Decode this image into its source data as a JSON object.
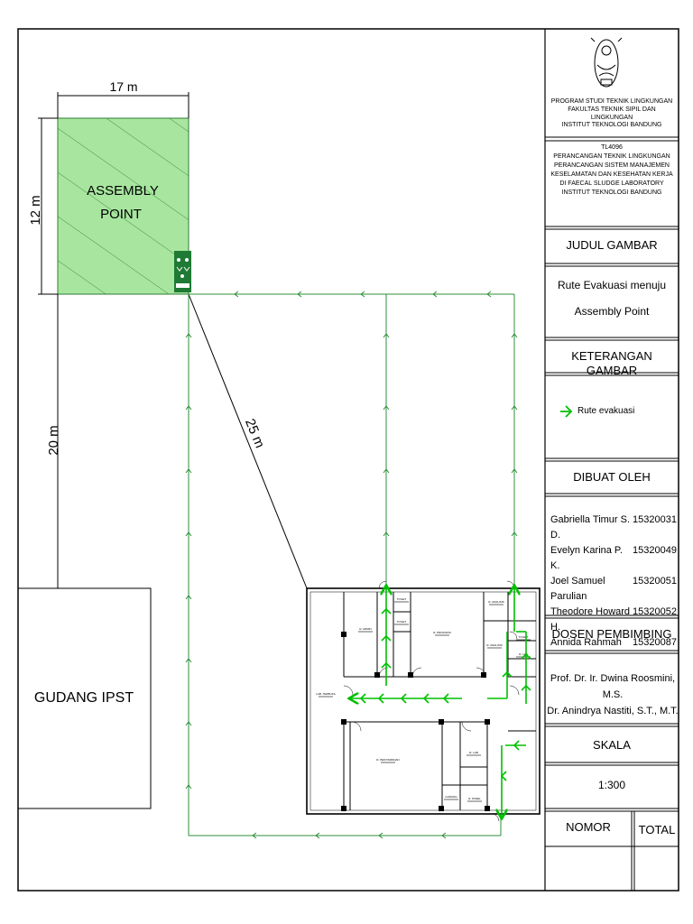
{
  "site": {
    "assembly_width_label": "17 m",
    "assembly_height_label": "12 m",
    "assembly_label_line1": "ASSEMBLY",
    "assembly_label_line2": "POINT",
    "distance_vertical_label": "20 m",
    "distance_diagonal_label": "25 m",
    "warehouse_label": "GUDANG IPST",
    "route_color": "#00c000",
    "assembly_color": "#a8e6a0",
    "sign_color": "#1e7a34"
  },
  "floorplan": {
    "room_tags": [
      "R. ADMIN",
      "TOILET",
      "TOILET",
      "R. PRODUKSI",
      "R. ANALISIS",
      "R. ANALISIS",
      "LAB. TERBUKA",
      "R. LAB",
      "R. PENYIMPANAN",
      "GUDANG",
      "R. PANEL",
      "TOILET",
      "R. LAB"
    ]
  },
  "title_block": {
    "institution": [
      "PROGRAM STUDI TEKNIK LINGKUNGAN",
      "FAKULTAS TEKNIK SIPIL DAN LINGKUNGAN",
      "INSTITUT TEKNOLOGI BANDUNG"
    ],
    "course": [
      "TL4096",
      "PERANCANGAN TEKNIK LINGKUNGAN",
      "PERANCANGAN SISTEM MANAJEMEN",
      "KESELAMATAN DAN KESEHATAN KERJA",
      "DI FAECAL SLUDGE LABORATORY",
      "INSTITUT TEKNOLOGI BANDUNG"
    ],
    "judul_heading": "JUDUL GAMBAR",
    "judul_line1": "Rute Evakuasi menuju",
    "judul_line2": "Assembly Point",
    "keterangan_heading": "KETERANGAN GAMBAR",
    "legend_label": "Rute evakuasi",
    "dibuat_heading": "DIBUAT OLEH",
    "authors": [
      {
        "name": "Gabriella Timur S. D.",
        "nim": "15320031"
      },
      {
        "name": "Evelyn Karina P. K.",
        "nim": "15320049"
      },
      {
        "name": "Joel Samuel Parulian",
        "nim": "15320051"
      },
      {
        "name": "Theodore Howard H.",
        "nim": "15320052"
      },
      {
        "name": "Annida Rahmah",
        "nim": "15320087"
      }
    ],
    "dosen_heading": "DOSEN PEMBIMBING",
    "dosen": [
      "Prof. Dr. Ir. Dwina Roosmini, M.S.",
      "Dr. Anindrya Nastiti, S.T., M.T."
    ],
    "skala_heading": "SKALA",
    "skala_value": "1:300",
    "nomor_label": "NOMOR",
    "total_label": "TOTAL"
  }
}
